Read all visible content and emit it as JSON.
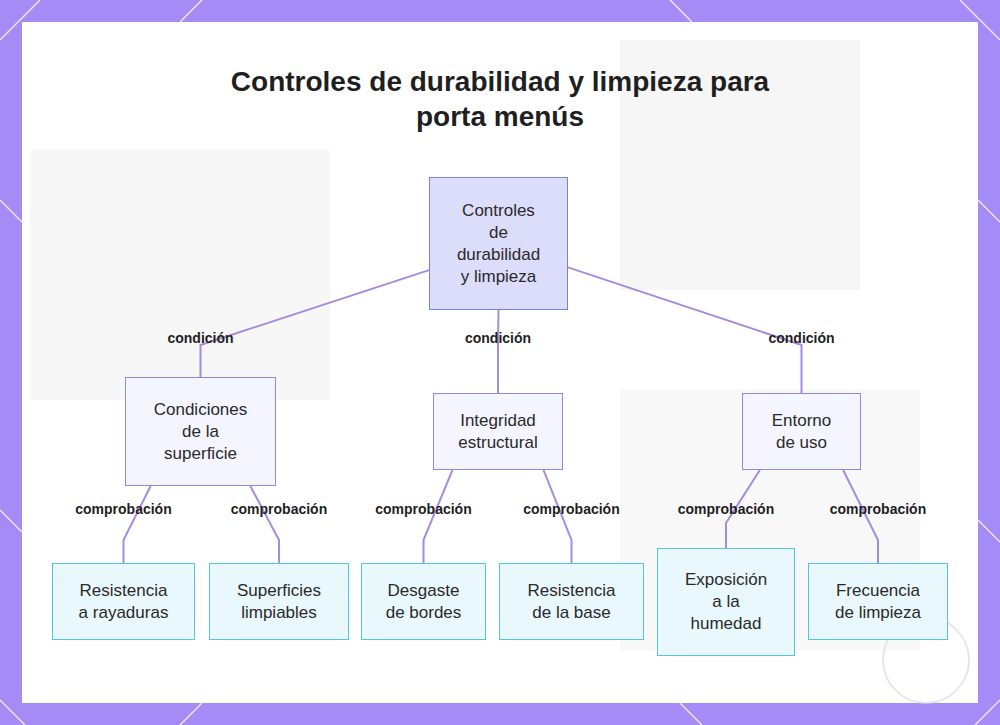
{
  "diagram": {
    "title": "Controles de durabilidad y limpieza para porta menús",
    "nodes": [
      {
        "text": [
          "Controles de durabilidad y limpieza"
        ]
      },
      {
        "text": [
          "Condiciones de la superficie"
        ]
      },
      {
        "text": [
          "Integridad estructural"
        ]
      },
      {
        "text": [
          "Entorno de uso"
        ]
      },
      {
        "text": [
          "Resistencia a rayaduras"
        ]
      },
      {
        "text": [
          "Superficies limpiables"
        ]
      },
      {
        "text": [
          "Desgaste de bordes"
        ]
      },
      {
        "text": [
          "Resistencia de la base"
        ]
      },
      {
        "text": [
          "Exposición a la humedad"
        ]
      },
      {
        "text": [
          "Frecuencia de limpieza"
        ]
      }
    ],
    "edges": [
      {
        "from": 0,
        "to": 1,
        "label": "condición",
        "arrow": "none"
      },
      {
        "from": 0,
        "to": 2,
        "label": "condición",
        "arrow": "none"
      },
      {
        "from": 0,
        "to": 3,
        "label": "condición",
        "arrow": "none"
      },
      {
        "from": 1,
        "to": 4,
        "label": "comprobación",
        "arrow": "none"
      },
      {
        "from": 1,
        "to": 5,
        "label": "comprobación",
        "arrow": "none"
      },
      {
        "from": 2,
        "to": 6,
        "label": "comprobación",
        "arrow": "none"
      },
      {
        "from": 2,
        "to": 7,
        "label": "comprobación",
        "arrow": "none"
      },
      {
        "from": 3,
        "to": 8,
        "label": "comprobación",
        "arrow": "none"
      },
      {
        "from": 3,
        "to": 9,
        "label": "comprobación",
        "arrow": "none"
      }
    ]
  }
}
